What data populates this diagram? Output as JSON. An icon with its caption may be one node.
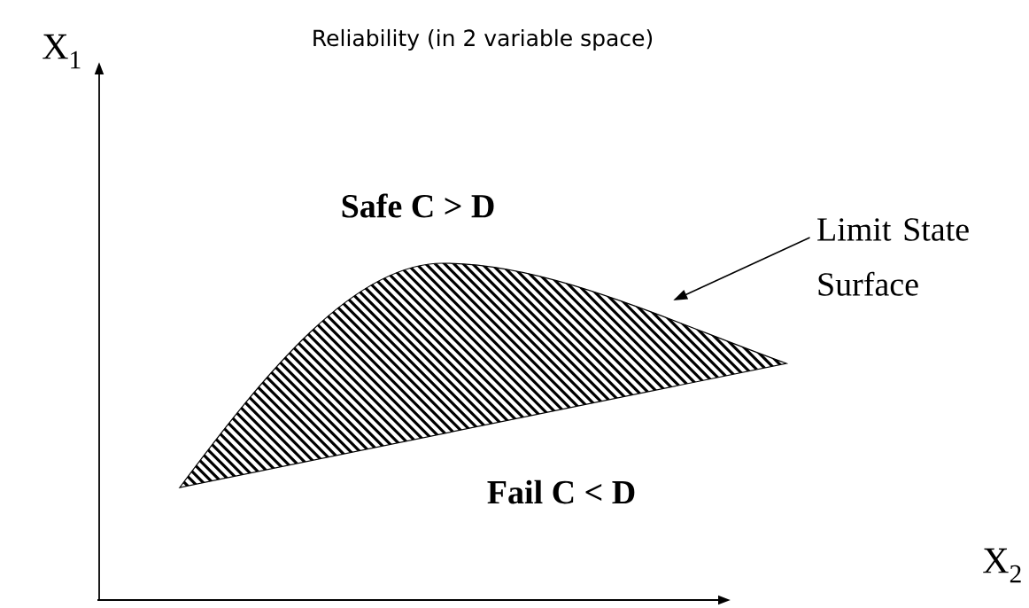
{
  "diagram": {
    "title": "Reliability (in 2 variable space)",
    "nodes": [
      {
        "text": [
          "Limit State Surface"
        ]
      },
      {
        "text": [],
        "shape": "picture"
      }
    ],
    "edges": [
      {
        "from": 0,
        "to": 1,
        "arrow": "to"
      }
    ],
    "labels": [
      "X$_{1}$",
      "Safe C > D",
      "Fail C < D",
      "X$_{2}$"
    ]
  }
}
